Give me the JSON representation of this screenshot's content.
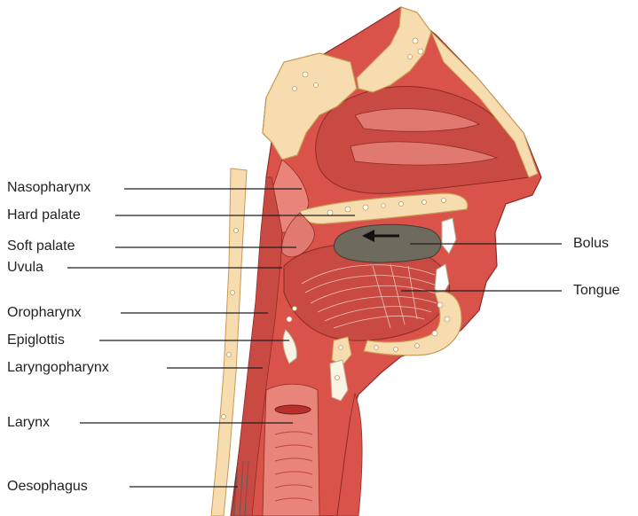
{
  "labels": {
    "nasopharynx": "Nasopharynx",
    "hard_palate": "Hard palate",
    "soft_palate": "Soft palate",
    "uvula": "Uvula",
    "oropharynx": "Oropharynx",
    "epiglottis": "Epiglottis",
    "laryngopharynx": "Laryngopharynx",
    "larynx": "Larynx",
    "oesophagus": "Oesophagus",
    "bolus": "Bolus",
    "tongue": "Tongue"
  },
  "colors": {
    "bone": "#f6dcae",
    "bone_outline": "#c99a55",
    "tissue": "#d9534a",
    "tissue_dark": "#b8302b",
    "mucosa": "#e8847a",
    "bolus": "#6f6a5e",
    "leader_line": "#231f20"
  }
}
